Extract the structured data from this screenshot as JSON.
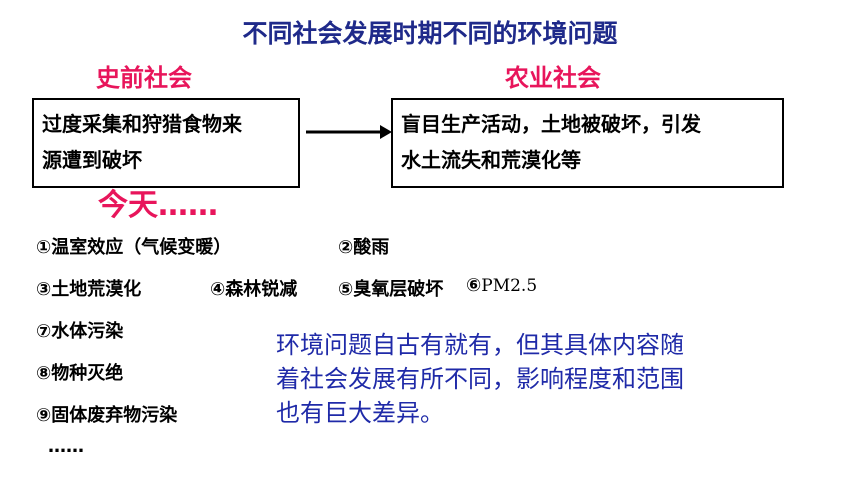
{
  "title": "不同社会发展时期不同的环境问题",
  "eras": {
    "prehistoric": "史前社会",
    "agricultural": "农业社会",
    "today": "今天……"
  },
  "boxes": {
    "prehistoric_line1": "过度采集和狩猎食物来",
    "prehistoric_line2": "源遭到破坏",
    "agricultural_line1": "盲目生产活动，土地被破坏，引发",
    "agricultural_line2": "水土流失和荒漠化等"
  },
  "issues": {
    "i1": "①温室效应（气候变暖）",
    "i2": "②酸雨",
    "i3": "③土地荒漠化",
    "i4": "④森林锐减",
    "i5": "⑤臭氧层破坏",
    "i6_prefix": "⑥",
    "i6_text": "PM2.5",
    "i7": "⑦水体污染",
    "i8": "⑧物种灭绝",
    "i9": "⑨固体废弃物污染",
    "more": "……"
  },
  "summary": {
    "line1": "环境问题自古有就有，但其具体内容随",
    "line2": "着社会发展有所不同，影响程度和范围",
    "line3": "也有巨大差异。"
  },
  "colors": {
    "title": "#1f2a8a",
    "era_label": "#e8155b",
    "summary_text": "#1f2aa8"
  }
}
